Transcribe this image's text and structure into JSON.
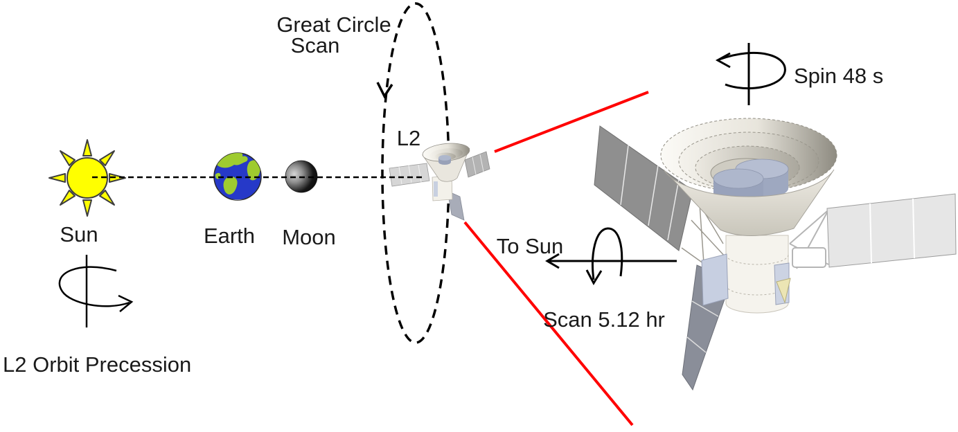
{
  "diagram": {
    "background": "#ffffff",
    "labels": {
      "great_circle_line1": "Great Circle",
      "great_circle_line2": "Scan",
      "l2": "L2",
      "sun": "Sun",
      "earth": "Earth",
      "moon": "Moon",
      "precession": "L2 Orbit Precession",
      "to_sun": "To Sun",
      "scan_rate": "Scan 5.12 hr",
      "spin_rate": "Spin 48 s"
    },
    "colors": {
      "text": "#1a1a1a",
      "line_black": "#000000",
      "callout_red": "#ff0000",
      "sun_yellow": "#ffff00",
      "sun_outline": "#3d3d3d",
      "earth_ocean": "#2639c8",
      "earth_land": "#9ecb2f",
      "earth_ice": "#d9d9d9",
      "moon_black": "#000000",
      "hull_light": "#efede6",
      "hull_shadow": "#a5a29a",
      "instrument_blue": "#aeb7cc",
      "array_dark": "#8f8f8f",
      "array_light": "#e6e6e6",
      "array_bottom": "#8a8e99",
      "radiator_blue": "#c7cfe1",
      "thruster_yellow": "#ece5b4"
    }
  }
}
